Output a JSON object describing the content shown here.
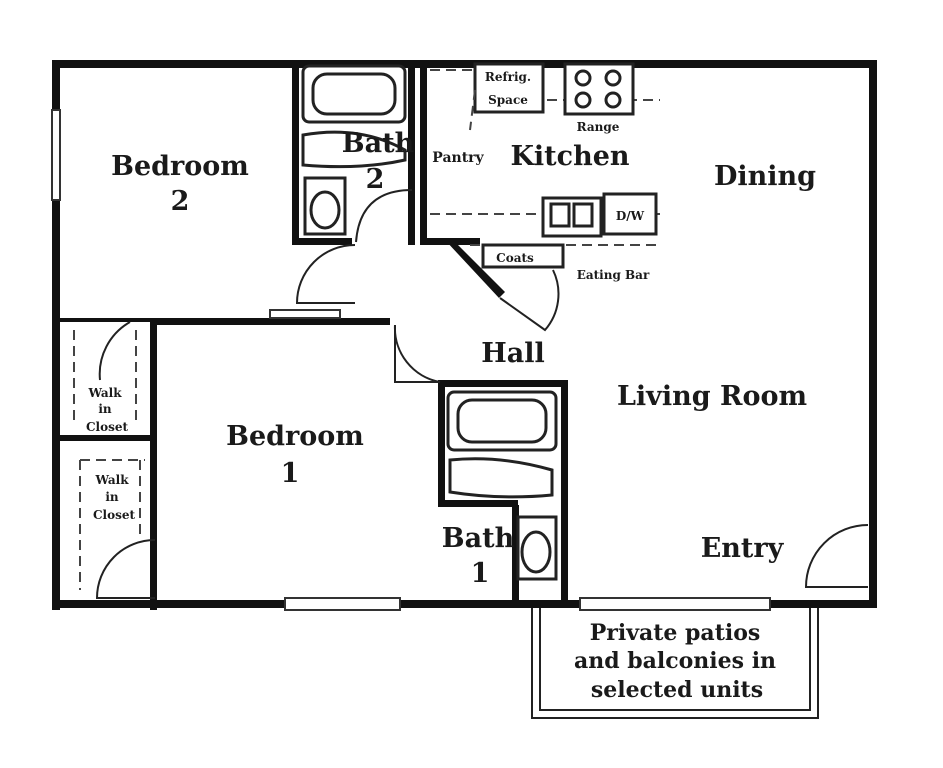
{
  "rooms": {
    "bedroom2": {
      "line1": "Bedroom",
      "line2": "2"
    },
    "bath2": {
      "line1": "Bath",
      "line2": "2"
    },
    "pantry": "Pantry",
    "kitchen": "Kitchen",
    "refrig": {
      "line1": "Refrig.",
      "line2": "Space"
    },
    "range": "Range",
    "dining": "Dining",
    "dw": "D/W",
    "coats": "Coats",
    "eating_bar": "Eating Bar",
    "hall": "Hall",
    "living_room": "Living Room",
    "walk_in_closet_upper": {
      "line1": "Walk",
      "line2": "in",
      "line3": "Closet"
    },
    "walk_in_closet_lower": {
      "line1": "Walk",
      "line2": "in",
      "line3": "Closet"
    },
    "bedroom1": {
      "line1": "Bedroom",
      "line2": "1"
    },
    "bath1": {
      "line1": "Bath",
      "line2": "1"
    },
    "entry": "Entry"
  },
  "patio_note": {
    "line1": "Private patios",
    "line2": "and balconies in",
    "line3": "selected units"
  }
}
